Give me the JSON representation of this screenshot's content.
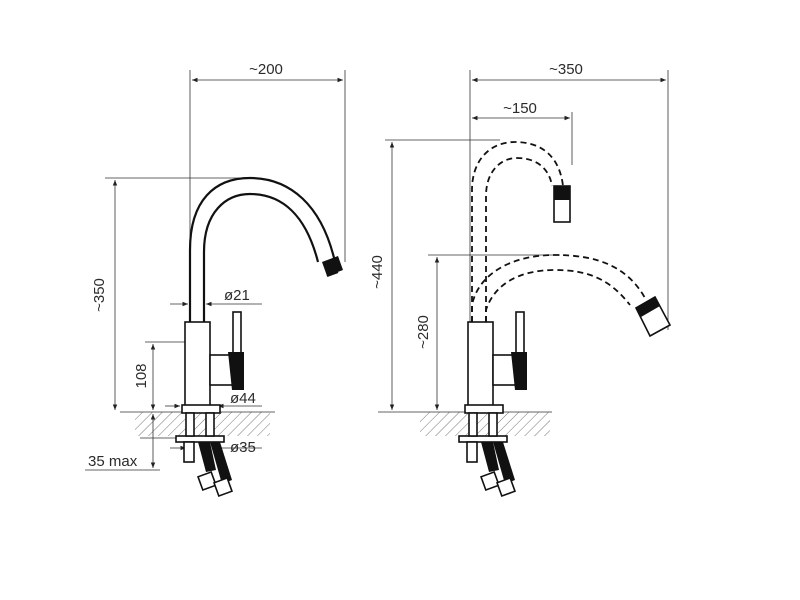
{
  "dimensions": {
    "left_width": "~200",
    "left_height": "~350",
    "spout_diameter": "ø21",
    "body_height": "108",
    "base_diameter": "ø44",
    "hole_diameter": "ø35",
    "max_thickness": "35 max",
    "right_width": "~350",
    "right_inner_width": "~150",
    "right_height_max": "~440",
    "right_height_low": "~280"
  }
}
